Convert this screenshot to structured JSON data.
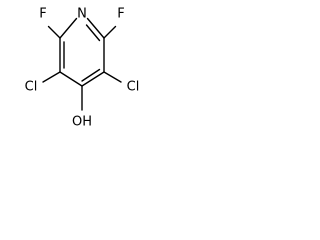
{
  "structure": {
    "atoms": {
      "n": "N",
      "f_left": "F",
      "f_right": "F",
      "cl_left": "Cl",
      "cl_right": "Cl",
      "oh": "OH"
    },
    "colors": {
      "bond": "#000000",
      "label": "#000000",
      "background": "#ffffff"
    }
  }
}
